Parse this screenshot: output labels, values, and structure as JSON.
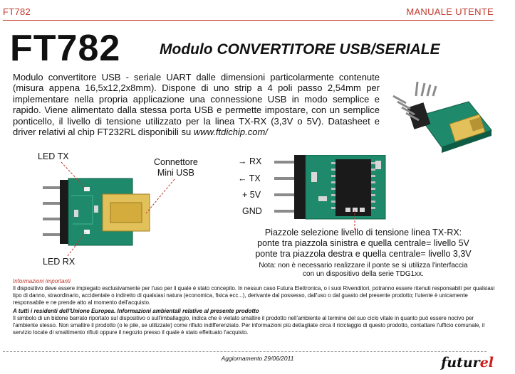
{
  "header": {
    "code": "FT782",
    "manual": "MANUALE UTENTE"
  },
  "title": {
    "code": "FT782",
    "subtitle": "Modulo CONVERTITORE USB/SERIALE"
  },
  "intro": {
    "text": "Modulo convertitore USB - seriale UART dalle dimensioni particolarmente contenute (misura appena 16,5x12,2x8mm). Dispone di uno strip a 4 poli passo 2,54mm per implementare nella propria applicazione una connessione USB in modo semplice e rapido. Viene alimentato dalla stessa porta USB e permette impostare, con un semplice ponticello, il livello di tensione utilizzato per la linea TX-RX (3,3V o 5V). Datasheet e driver relativi al chip FT232RL disponibili su",
    "link": "www.ftdichip.com/"
  },
  "labels": {
    "led_tx": "LED TX",
    "led_rx": "LED RX",
    "connector_l1": "Connettore",
    "connector_l2": "Mini USB",
    "pin_rx": "→ RX",
    "pin_tx": "← TX",
    "pin_5v": "+ 5V",
    "pin_gnd": "GND"
  },
  "caption": {
    "l1": "Piazzole selezione livello di tensione linea TX-RX:",
    "l2": "ponte tra piazzola sinistra e quella centrale= livello 5V",
    "l3": "ponte tra piazzola destra e quella centrale= livello 3,3V",
    "note_l1": "Nota: non è necessario realizzare il ponte se si utilizza l'interfaccia",
    "note_l2": "con un dispositivo della serie TDG1xx."
  },
  "info": {
    "title": "Informazioni importanti",
    "p1": "Il dispositivo deve essere impiegato esclusivamente per l'uso per il quale è stato concepito. In nessun caso Futura Elettronica, o i suoi Rivenditori, potranno essere ritenuti responsabili per qualsiasi tipo di danno, straordinario, accidentale o indiretto di qualsiasi natura (economica, fisica ecc...), derivante dal possesso, dall'uso o dal guasto del presente prodotto; l'utente è unicamente responsabile e ne prende atto al momento dell'acquisto.",
    "eu_heading": "A tutti i residenti dell'Unione Europea. Informazioni ambientali relative al presente prodotto",
    "p2": "Il simbolo di un bidone barrato riportato sul dispositivo o sull'imballaggio, indica che è vietato smaltire il prodotto nell'ambiente al termine del suo ciclo vitale in quanto può essere nocivo per l'ambiente stesso. Non smaltire il prodotto (o le pile, se utilizzate) come rifiuto indifferenziato. Per informazioni più dettagliate circa il riciclaggio di questo prodotto, contattare l'ufficio comunale, il servizio locale di smaltimento rifiuti oppure il negozio presso il quale è stato effettuato l'acquisto."
  },
  "footer": {
    "update": "Aggiornamento 29/06/2011",
    "logo_a": "futur",
    "logo_b": "el"
  },
  "colors": {
    "accent": "#c0392b",
    "pcb": "#1e8a6b",
    "usb_gold": "#e3c15a",
    "pin": "#8a8a8a"
  }
}
